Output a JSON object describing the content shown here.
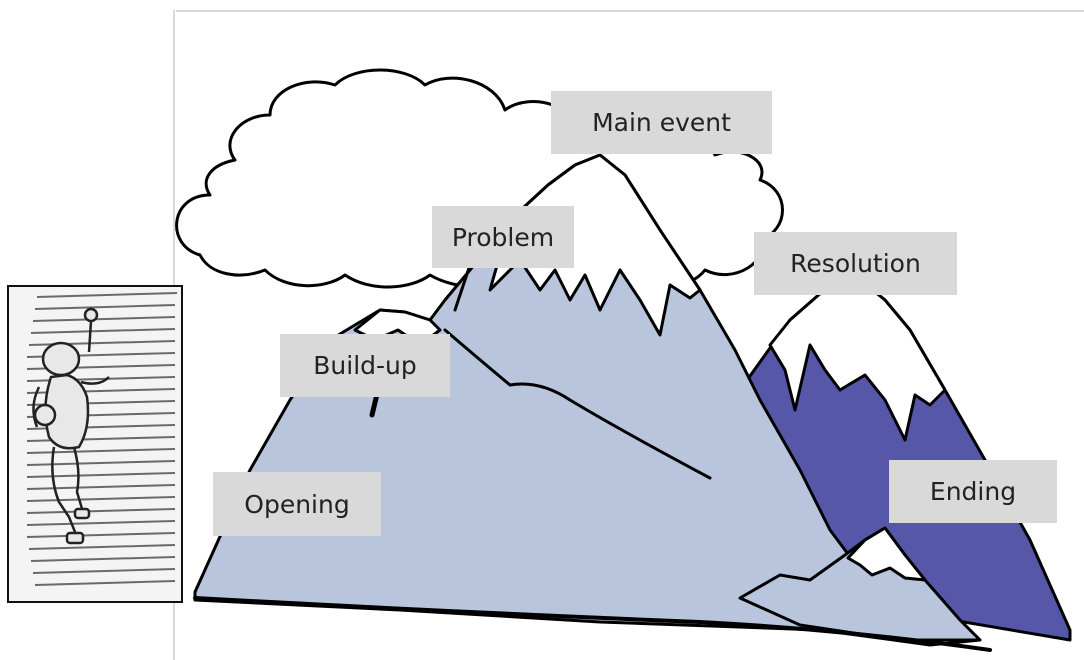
{
  "diagram": {
    "stages": [
      {
        "label": "Opening"
      },
      {
        "label": "Build-up"
      },
      {
        "label": "Problem"
      },
      {
        "label": "Main event"
      },
      {
        "label": "Resolution"
      },
      {
        "label": "Ending"
      }
    ]
  },
  "colors": {
    "main_mountain": "#b8c5dc",
    "back_mountain": "#5657a8",
    "snow": "#ffffff",
    "outline": "#000000",
    "label_box": "#d9d9d9",
    "label_text": "#222222"
  },
  "icons": {
    "side_picture": "climber-on-text-wall-illustration",
    "cloud": "cloud-icon",
    "mountain": "mountain-icon"
  }
}
